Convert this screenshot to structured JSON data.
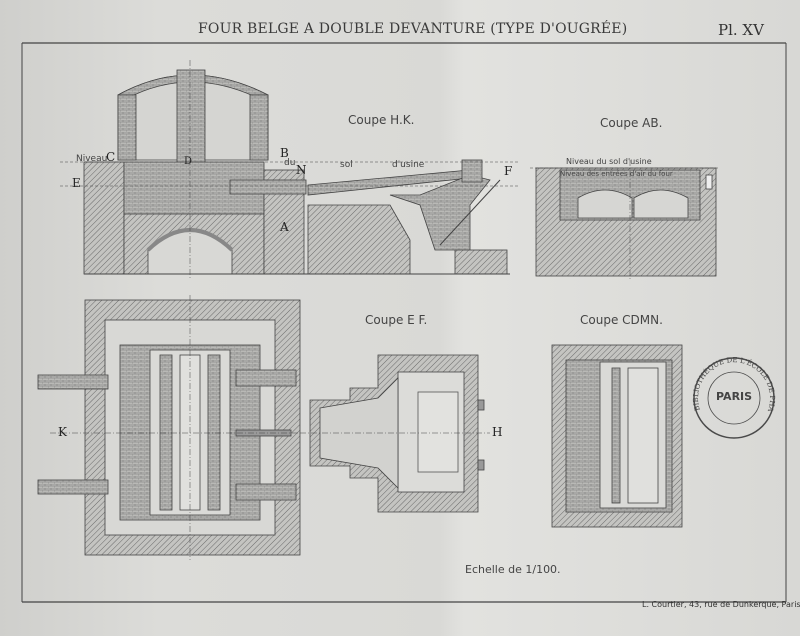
{
  "title": "FOUR BELGE A DOUBLE DEVANTURE (TYPE D'OUGRÉE)",
  "plate_number": "Pl. XV",
  "sections": {
    "hk": "Coupe H.K.",
    "ab": "Coupe AB.",
    "ef": "Coupe E F.",
    "cdmn": "Coupe CDMN."
  },
  "annotations": {
    "niveau": "Niveau",
    "du": "du",
    "sol": "sol",
    "usine": "d'usine",
    "ab_level": "Niveau du sol d'usine",
    "ab_air": "Niveau des entrées d'air du four"
  },
  "letters": {
    "c": "C",
    "b": "B",
    "n": "N",
    "e": "E",
    "f": "F",
    "a": "A",
    "d": "D",
    "k": "K",
    "h": "H"
  },
  "scale": "Echelle de 1/100.",
  "printer": "L. Courtier, 43, rue de Dunkerque, Paris",
  "stamp": {
    "ring": "BIBLIOTHÈQUE DE L'ÉCOLE DE PHARMACIE",
    "center": "PARIS"
  },
  "colors": {
    "paper": "#d9d9d6",
    "ink": "#3a3a3a",
    "hatch": "#6a6a6a"
  }
}
